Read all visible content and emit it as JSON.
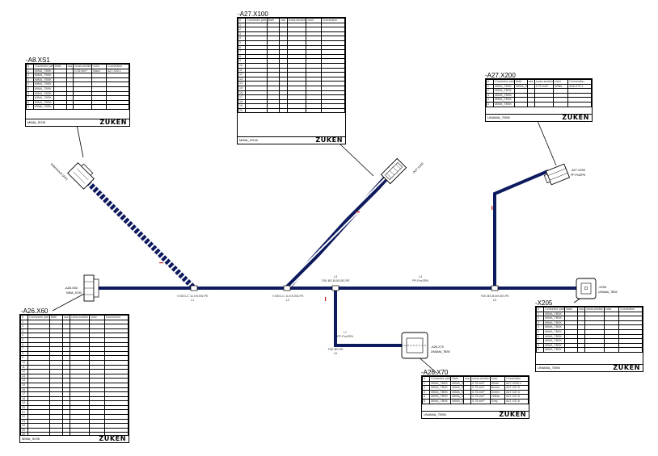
{
  "connectors": {
    "a8xs1": {
      "label": "-A8.XS1",
      "side_label": "Kabelschuh (A/V)"
    },
    "a27x100": {
      "label": "-A27.X100",
      "side_label": "-A27.X100"
    },
    "a27x200": {
      "label": "-A27.X200",
      "side_label": "-A27.X200",
      "side_sub": "PP-ProSPN"
    },
    "a26x60": {
      "label": "-A26.X60",
      "side_label": "-A26.X60",
      "side_sub": "MIMA_SOSI"
    },
    "a26x70": {
      "label": "-A26.X70",
      "side_label": "-A26.X70",
      "side_sub": "UNIAMA_TBSK"
    },
    "x205": {
      "label": "-X205",
      "side_label": "-X205",
      "side_sub": "UNIAMA_TBSK"
    }
  },
  "tables": {
    "a8xs1": {
      "headers": [
        "#",
        "Connector part",
        "Bath",
        "csa",
        "cross-section",
        "color",
        "Connection"
      ],
      "rows": [
        [
          "1",
          "MIMA_TBSK",
          "",
          "",
          "0.35 mm²",
          "black",
          "A27.X20.1"
        ],
        [
          "2",
          "MIMA_TBSK",
          "",
          "",
          "",
          "",
          ""
        ],
        [
          "3",
          "MIMA_TBSK",
          "",
          "",
          "",
          "",
          ""
        ],
        [
          "4",
          "MIMA_TBSK",
          "",
          "",
          "",
          "",
          ""
        ],
        [
          "5",
          "MIMA_TBSK",
          "",
          "",
          "",
          "",
          ""
        ],
        [
          "6",
          "MIMA_TBSK",
          "",
          "",
          "",
          "",
          ""
        ],
        [
          "7",
          "MIMA_TBSK",
          "",
          "",
          "",
          "",
          ""
        ],
        [
          "8",
          "MIMA_TBSK",
          "",
          "",
          "",
          "",
          ""
        ],
        [
          "9",
          "MIMA_TBSK",
          "",
          "",
          "",
          "",
          ""
        ]
      ],
      "ref": "MIMA_SOSI",
      "logo": "ZUKEN"
    },
    "a27x100": {
      "headers": [
        "#",
        "Connector part",
        "Bath",
        "csa",
        "cross-section",
        "color",
        "Connection"
      ],
      "rows": [
        [
          "1",
          "",
          "",
          "",
          "",
          "",
          ""
        ],
        [
          "2",
          "",
          "",
          "",
          "",
          "",
          ""
        ],
        [
          "3",
          "",
          "",
          "",
          "",
          "",
          ""
        ],
        [
          "4",
          "",
          "",
          "",
          "",
          "",
          ""
        ],
        [
          "5",
          "",
          "",
          "",
          "",
          "",
          ""
        ],
        [
          "6",
          "",
          "",
          "",
          "",
          "",
          ""
        ],
        [
          "7",
          "",
          "",
          "",
          "",
          "",
          ""
        ],
        [
          "8",
          "",
          "",
          "",
          "",
          "",
          ""
        ],
        [
          "9",
          "",
          "",
          "",
          "",
          "",
          ""
        ],
        [
          "10",
          "",
          "",
          "",
          "",
          "",
          ""
        ],
        [
          "11",
          "",
          "",
          "",
          "",
          "",
          ""
        ],
        [
          "12",
          "",
          "",
          "",
          "",
          "",
          ""
        ],
        [
          "13",
          "",
          "",
          "",
          "",
          "",
          ""
        ],
        [
          "14",
          "",
          "",
          "",
          "",
          "",
          ""
        ],
        [
          "15",
          "",
          "",
          "",
          "",
          "",
          ""
        ],
        [
          "16",
          "",
          "",
          "",
          "",
          "",
          ""
        ],
        [
          "17",
          "",
          "",
          "",
          "",
          "",
          ""
        ],
        [
          "18",
          "",
          "",
          "",
          "",
          "",
          ""
        ],
        [
          "19",
          "",
          "",
          "",
          "",
          "",
          ""
        ],
        [
          "20",
          "",
          "",
          "",
          "",
          "",
          ""
        ]
      ],
      "ref": "MIMA_XS1A",
      "logo": "ZUKEN"
    },
    "a27x200": {
      "headers": [
        "#",
        "Connector part",
        "Bath",
        "csa",
        "cross-section",
        "color",
        "Connection"
      ],
      "rows": [
        [
          "1",
          "MIMA_TBSK",
          "MIMA_SQ",
          "",
          "0.75 mm²",
          "White",
          "A26.X70.1"
        ],
        [
          "2",
          "MIMA_TBSK",
          "",
          "",
          "",
          "",
          ""
        ],
        [
          "3",
          "MIMA_TBSK",
          "",
          "",
          "",
          "",
          ""
        ],
        [
          "4",
          "MIMA_TBSK",
          "",
          "",
          "",
          "",
          ""
        ],
        [
          "5",
          "MIMA_TBSK",
          "",
          "",
          "",
          "",
          ""
        ]
      ],
      "ref": "UNIAMA_TBSK",
      "logo": "ZUKEN"
    },
    "a26x60": {
      "headers": [
        "#",
        "Connector part",
        "Bath",
        "csa",
        "cross-section",
        "color",
        "Connection"
      ],
      "rows": [
        [
          "1",
          "",
          "",
          "",
          "",
          "",
          ""
        ],
        [
          "2",
          "",
          "",
          "",
          "",
          "",
          ""
        ],
        [
          "3",
          "",
          "",
          "",
          "",
          "",
          ""
        ],
        [
          "4",
          "",
          "",
          "",
          "",
          "",
          ""
        ],
        [
          "5",
          "",
          "",
          "",
          "",
          "",
          ""
        ],
        [
          "6",
          "",
          "",
          "",
          "",
          "",
          ""
        ],
        [
          "7",
          "",
          "",
          "",
          "",
          "",
          ""
        ],
        [
          "8",
          "",
          "",
          "",
          "",
          "",
          ""
        ],
        [
          "9",
          "",
          "",
          "",
          "",
          "",
          ""
        ],
        [
          "10",
          "",
          "",
          "",
          "",
          "",
          ""
        ],
        [
          "11",
          "",
          "",
          "",
          "",
          "",
          ""
        ],
        [
          "12",
          "",
          "",
          "",
          "",
          "",
          ""
        ],
        [
          "13",
          "",
          "",
          "",
          "",
          "",
          ""
        ],
        [
          "14",
          "",
          "",
          "",
          "",
          "",
          ""
        ],
        [
          "15",
          "",
          "",
          "",
          "",
          "",
          ""
        ],
        [
          "16",
          "",
          "",
          "",
          "",
          "",
          ""
        ],
        [
          "17",
          "",
          "",
          "",
          "",
          "",
          ""
        ],
        [
          "18",
          "",
          "",
          "",
          "",
          "",
          ""
        ],
        [
          "19",
          "",
          "",
          "",
          "",
          "",
          ""
        ],
        [
          "20",
          "",
          "",
          "",
          "",
          "",
          ""
        ],
        [
          "21",
          "",
          "",
          "",
          "",
          "",
          ""
        ],
        [
          "22",
          "",
          "",
          "",
          "",
          "",
          ""
        ],
        [
          "23",
          "",
          "",
          "",
          "",
          "",
          ""
        ],
        [
          "24",
          "",
          "",
          "",
          "",
          "",
          ""
        ],
        [
          "25",
          "",
          "",
          "",
          "",
          "",
          ""
        ],
        [
          "26",
          "",
          "",
          "",
          "",
          "",
          ""
        ],
        [
          "27",
          "",
          "",
          "",
          "",
          "",
          ""
        ]
      ],
      "ref": "MIMA_SOSI",
      "logo": "ZUKEN"
    },
    "a26x70": {
      "headers": [
        "#",
        "Connector part",
        "Bath",
        "csa",
        "cross-section",
        "color",
        "Connection"
      ],
      "rows": [
        [
          "1",
          "MIMA_TBSK",
          "MIMA_SQ",
          "",
          "0.75 mm²",
          "White",
          "A27.X200.1"
        ],
        [
          "2",
          "MIMA_TBSK",
          "MIMA_SQ",
          "",
          "0.75 mm²",
          "Brown",
          "A27.X37.5"
        ],
        [
          "3",
          "MIMA_TBSK",
          "MIMA_SQ",
          "",
          "0.75 mm²",
          "Green",
          "A27.X37.4"
        ],
        [
          "4",
          "MIMA_TBSK",
          "MIMA_SQ",
          "",
          "0.75 mm²",
          "Yellow",
          "A27.X37.6"
        ],
        [
          "5",
          "MIMA_TBSK",
          "MIMA_SQ",
          "",
          "0.75 mm²",
          "Grey",
          "A27.X37.8"
        ]
      ],
      "ref": "UNIAMA_TBSK",
      "logo": "ZUKEN"
    },
    "x205": {
      "headers": [
        "#",
        "Connector part",
        "Bath",
        "csa",
        "cross-section",
        "color",
        "Connection"
      ],
      "rows": [
        [
          "1",
          "MIMA_TBSK",
          "",
          "",
          "",
          "",
          ""
        ],
        [
          "2",
          "MIMA_TBSK",
          "",
          "",
          "",
          "",
          ""
        ],
        [
          "3",
          "MIMA_TBSK",
          "",
          "",
          "",
          "",
          ""
        ],
        [
          "4",
          "MIMA_TBSK",
          "",
          "",
          "",
          "",
          ""
        ],
        [
          "5",
          "MIMA_TBSK",
          "",
          "",
          "",
          "",
          ""
        ],
        [
          "6",
          "MIMA_TBSK",
          "",
          "",
          "",
          "",
          ""
        ],
        [
          "7",
          "MIMA_TBSK",
          "",
          "",
          "",
          "",
          ""
        ],
        [
          "8",
          "MIMA_TBSK",
          "",
          "",
          "",
          "",
          ""
        ],
        [
          "9",
          "MIMA_TBSK",
          "",
          "",
          "",
          "",
          ""
        ]
      ],
      "ref": "UNIAMA_TBSK",
      "logo": "ZUKEN"
    }
  },
  "segments": {
    "main_left": {
      "name": "Y-SEG-C 11.KS.BS.PE",
      "id": "L1"
    },
    "main_mid": {
      "name": "Y-SEG-C 11.KS.BS.PE",
      "id": "L2"
    },
    "main_l3": {
      "name": "TSK.BS.B.BS.BS.PE",
      "id": "L3"
    },
    "main_l4": {
      "name": "PP-ProSPN",
      "id": "L4"
    },
    "main_right": {
      "name": "TSK.BS.B.BS.BS.PE",
      "id": "L5"
    },
    "branch_x70": {
      "name": "TSK.BS.PE",
      "id": "L6"
    },
    "branch_bus": {
      "name": "PP-ProSPN",
      "id": "L7"
    }
  },
  "colors": {
    "bundle": "#0d1a5e",
    "line": "#000000",
    "accent_red": "#cc2020"
  }
}
